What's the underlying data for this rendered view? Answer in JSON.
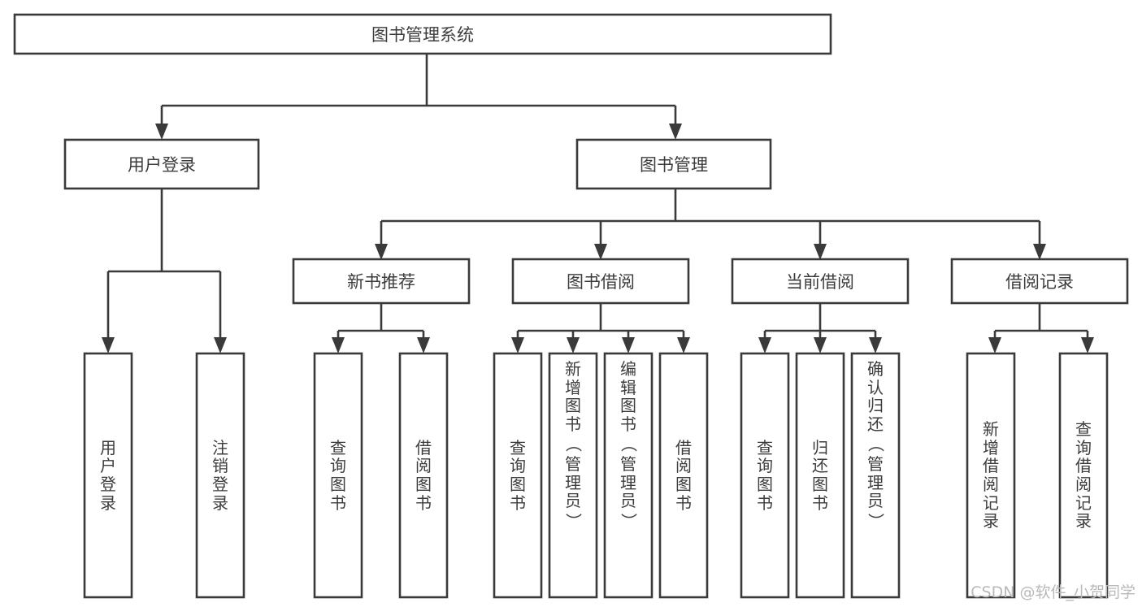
{
  "diagram": {
    "title": "图书管理系统",
    "watermark": "CSDN @软件_小贺同学",
    "colors": {
      "box_stroke": "#3a3a3a",
      "text": "#3c3c3c",
      "background": "#ffffff",
      "watermark": "#b9b9b9"
    },
    "root": {
      "label": "图书管理系统",
      "orientation": "horizontal"
    },
    "level2": [
      {
        "label": "用户登录",
        "orientation": "horizontal"
      },
      {
        "label": "图书管理",
        "orientation": "horizontal"
      }
    ],
    "level3": [
      {
        "label": "新书推荐",
        "orientation": "horizontal",
        "parent": "图书管理"
      },
      {
        "label": "图书借阅",
        "orientation": "horizontal",
        "parent": "图书管理"
      },
      {
        "label": "当前借阅",
        "orientation": "horizontal",
        "parent": "图书管理"
      },
      {
        "label": "借阅记录",
        "orientation": "horizontal",
        "parent": "图书管理"
      }
    ],
    "leaves": [
      {
        "label": "用户登录",
        "parent": "用户登录",
        "orientation": "vertical"
      },
      {
        "label": "注销登录",
        "parent": "用户登录",
        "orientation": "vertical"
      },
      {
        "label": "查询图书",
        "parent": "新书推荐",
        "orientation": "vertical"
      },
      {
        "label": "借阅图书",
        "parent": "新书推荐",
        "orientation": "vertical"
      },
      {
        "label": "查询图书",
        "parent": "图书借阅",
        "orientation": "vertical"
      },
      {
        "label": "新增图书（管理员）",
        "parent": "图书借阅",
        "orientation": "vertical"
      },
      {
        "label": "编辑图书（管理员）",
        "parent": "图书借阅",
        "orientation": "vertical"
      },
      {
        "label": "借阅图书",
        "parent": "图书借阅",
        "orientation": "vertical"
      },
      {
        "label": "查询图书",
        "parent": "当前借阅",
        "orientation": "vertical"
      },
      {
        "label": "归还图书",
        "parent": "当前借阅",
        "orientation": "vertical"
      },
      {
        "label": "确认归还（管理员）",
        "parent": "当前借阅",
        "orientation": "vertical"
      },
      {
        "label": "新增借阅记录",
        "parent": "借阅记录",
        "orientation": "vertical"
      },
      {
        "label": "查询借阅记录",
        "parent": "借阅记录",
        "orientation": "vertical"
      }
    ]
  }
}
